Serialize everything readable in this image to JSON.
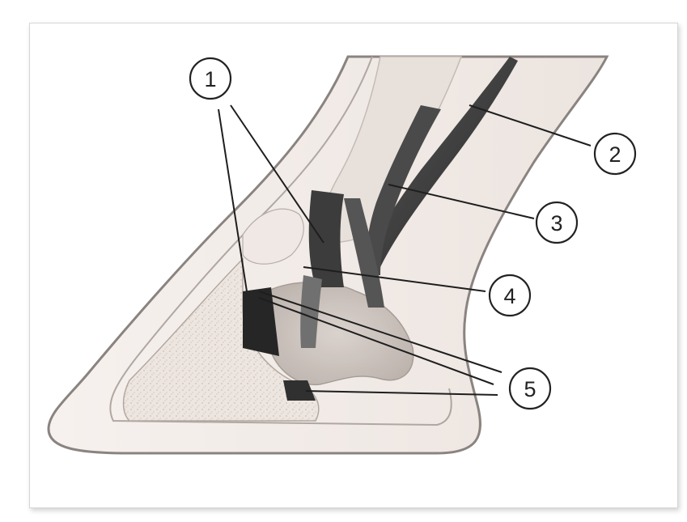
{
  "diagram": {
    "callouts": [
      {
        "id": "1",
        "label": "1"
      },
      {
        "id": "2",
        "label": "2"
      },
      {
        "id": "3",
        "label": "3"
      },
      {
        "id": "4",
        "label": "4"
      },
      {
        "id": "5",
        "label": "5"
      }
    ]
  },
  "colors": {
    "hoof_wall": "#f2ece8",
    "outline": "#8a8380",
    "bone": "#e6dcd6",
    "tendon": "#3a3a3a",
    "ink": "#222222"
  }
}
